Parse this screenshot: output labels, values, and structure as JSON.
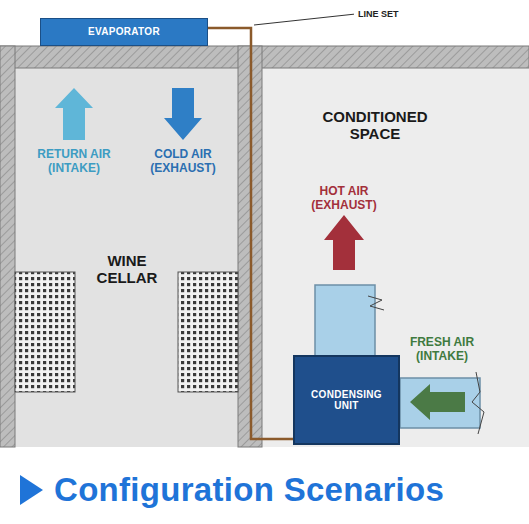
{
  "diagram": {
    "title": "Configuration Scenarios",
    "nodes": [
      {
        "text": [
          "EVAPORATOR"
        ]
      },
      {
        "text": [
          "WINE CELLAR"
        ]
      },
      {
        "text": [
          "CONDITIONED SPACE"
        ]
      },
      {
        "text": [
          "CONDENSING UNIT"
        ],
        "in": 2
      }
    ],
    "edges": [
      {
        "from": 0,
        "to": 3,
        "label": "LINE SET",
        "arrow": "none"
      }
    ],
    "labels": [
      "RETURN AIR (INTAKE)",
      "COLD AIR (EXHAUST)",
      "HOT AIR (EXHAUST)",
      "FRESH AIR (INTAKE)"
    ]
  }
}
